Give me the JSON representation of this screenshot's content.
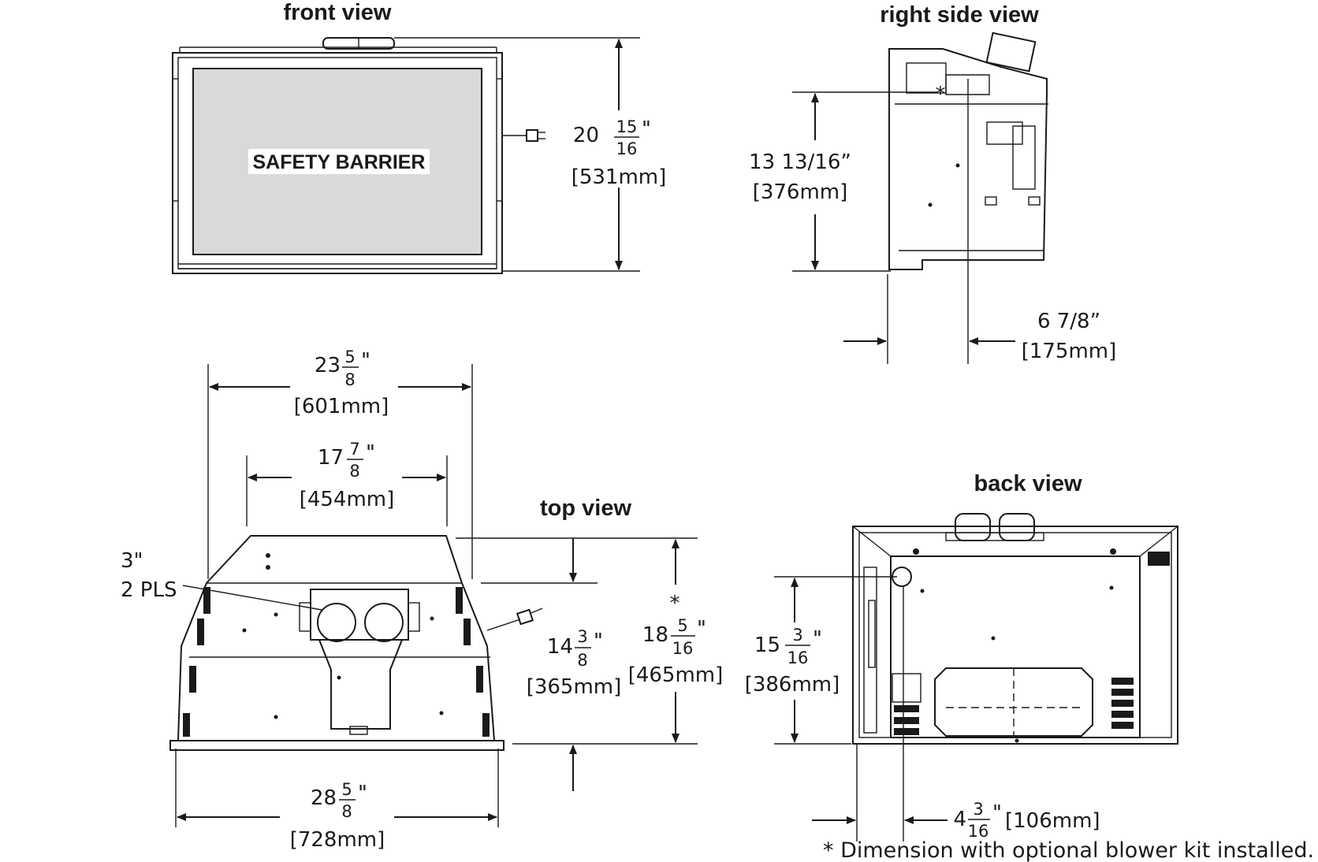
{
  "views": {
    "front": {
      "title": "front view",
      "barrier_label": "SAFETY BARRIER",
      "height": {
        "whole": "20",
        "num": "15",
        "den": "16",
        "unit": "\"",
        "metric": "[531mm]"
      }
    },
    "right_side": {
      "title": "right side view",
      "height": {
        "text": "13 13/16”",
        "metric": "[376mm]"
      },
      "depth": {
        "text": "6 7/8”",
        "metric": "[175mm]"
      },
      "asterisk": "*"
    },
    "top": {
      "title": "top view",
      "outer_width": {
        "whole": "23",
        "num": "5",
        "den": "8",
        "unit": "\"",
        "metric": "[601mm]"
      },
      "inner_width": {
        "whole": "17",
        "num": "7",
        "den": "8",
        "unit": "\"",
        "metric": "[454mm]"
      },
      "overall_width": {
        "whole": "28",
        "num": "5",
        "den": "8",
        "unit": "\"",
        "metric": "[728mm]"
      },
      "depth_a": {
        "whole": "14",
        "num": "3",
        "den": "8",
        "unit": "\"",
        "metric": "[365mm]"
      },
      "depth_b": {
        "whole": "18",
        "num": "5",
        "den": "16",
        "unit": "\"",
        "metric": "[465mm]"
      },
      "vent_size": "3\"",
      "vent_count": "2 PLS",
      "asterisk": "*"
    },
    "back": {
      "title": "back view",
      "height": {
        "whole": "15",
        "num": "3",
        "den": "16",
        "unit": "\"",
        "metric": "[386mm]"
      },
      "offset": {
        "whole": "4",
        "num": "3",
        "den": "16",
        "unit": "\"",
        "metric": "[106mm]"
      }
    }
  },
  "footnote": "* Dimension with optional blower kit installed."
}
